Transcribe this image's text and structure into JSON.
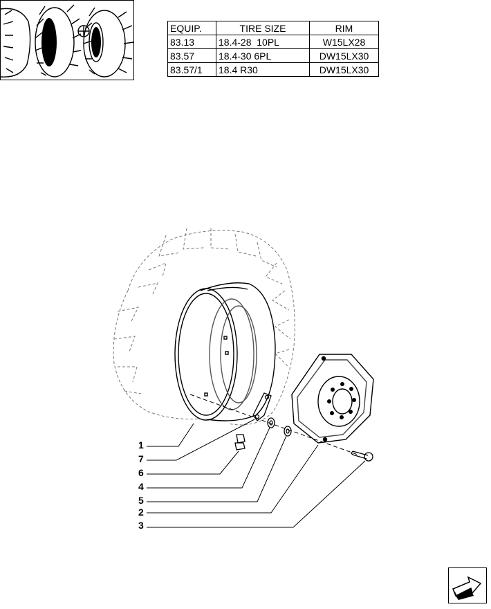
{
  "thumbnail": {
    "icon": "tractor-wheel-thumbnail"
  },
  "table": {
    "headers": [
      "EQUIP.",
      "TIRE SIZE",
      "RIM"
    ],
    "rows": [
      [
        "83.13",
        "18.4-28  10PL",
        "W15LX28"
      ],
      [
        "83.57",
        "18.4-30 6PL",
        "DW15LX30"
      ],
      [
        "83.57/1",
        "18.4 R30",
        "DW15LX30"
      ]
    ]
  },
  "callouts": [
    "1",
    "7",
    "6",
    "4",
    "5",
    "2",
    "3"
  ],
  "nav": {
    "icon": "next-page-arrow-icon"
  }
}
